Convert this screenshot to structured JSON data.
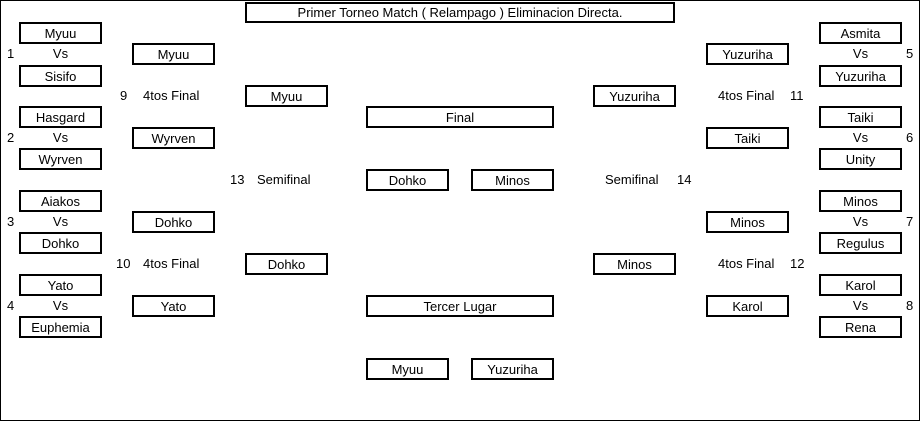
{
  "title": "Primer Torneo Match ( Relampago ) Eliminacion Directa.",
  "vs": "Vs",
  "left": {
    "m1": {
      "num": "1",
      "a": "Myuu",
      "b": "Sisifo",
      "winner": "Myuu"
    },
    "m2": {
      "num": "2",
      "a": "Hasgard",
      "b": "Wyrven",
      "winner": "Wyrven"
    },
    "m3": {
      "num": "3",
      "a": "Aiakos",
      "b": "Dohko",
      "winner": "Dohko"
    },
    "m4": {
      "num": "4",
      "a": "Yato",
      "b": "Euphemia",
      "winner": "Yato"
    },
    "q9": {
      "num": "9",
      "label": "4tos Final",
      "winner": "Myuu"
    },
    "q10": {
      "num": "10",
      "label": "4tos Final",
      "winner": "Dohko"
    },
    "s13": {
      "num": "13",
      "label": "Semifinal"
    }
  },
  "right": {
    "m5": {
      "num": "5",
      "a": "Asmita",
      "b": "Yuzuriha",
      "winner": "Yuzuriha"
    },
    "m6": {
      "num": "6",
      "a": "Taiki",
      "b": "Unity",
      "winner": "Taiki"
    },
    "m7": {
      "num": "7",
      "a": "Minos",
      "b": "Regulus",
      "winner": "Minos"
    },
    "m8": {
      "num": "8",
      "a": "Karol",
      "b": "Rena",
      "winner": "Karol"
    },
    "q11": {
      "num": "11",
      "label": "4tos Final",
      "winner": "Yuzuriha"
    },
    "q12": {
      "num": "12",
      "label": "4tos Final",
      "winner": "Minos"
    },
    "s14": {
      "num": "14",
      "label": "Semifinal"
    }
  },
  "center": {
    "final_label": "Final",
    "finalist_left": "Dohko",
    "finalist_right": "Minos",
    "third_label": "Tercer Lugar",
    "third_left": "Myuu",
    "third_right": "Yuzuriha"
  }
}
